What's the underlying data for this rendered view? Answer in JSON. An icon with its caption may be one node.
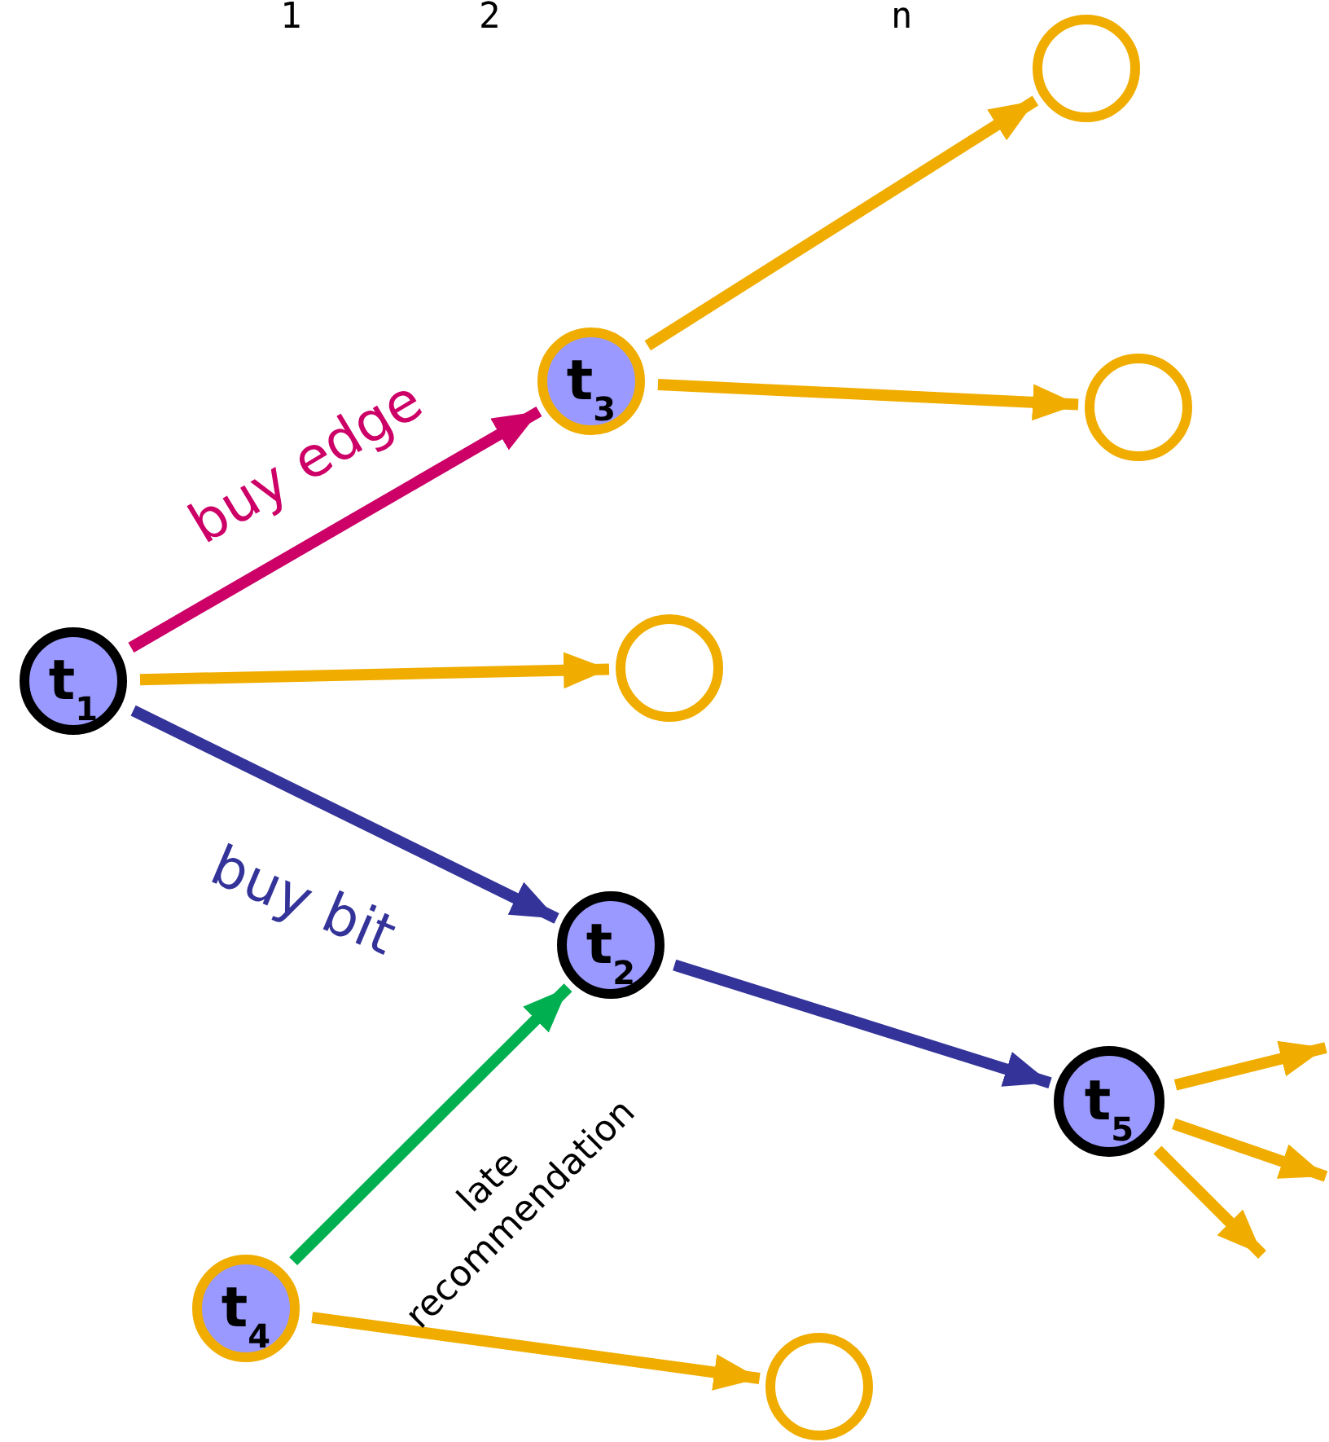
{
  "diagram": {
    "nodes": [
      {
        "text": [
          "t$_{1}$"
        ]
      },
      {
        "text": [
          "t$_{3}$"
        ]
      },
      {
        "text": [
          "t$_{2}$"
        ]
      },
      {
        "text": [
          "t$_{4}$"
        ]
      },
      {
        "text": [
          "t$_{5}$"
        ]
      },
      {
        "text": [],
        "shape": "circle"
      },
      {
        "text": [],
        "shape": "circle"
      },
      {
        "text": [],
        "shape": "circle"
      },
      {
        "text": [],
        "shape": "circle"
      }
    ],
    "edges": [
      {
        "from": 0,
        "to": 1,
        "arrow": "to",
        "label": "buy edge",
        "color": "#cc0066"
      },
      {
        "from": 0,
        "to": 7,
        "arrow": "to"
      },
      {
        "from": 0,
        "to": 2,
        "arrow": "to",
        "label": "buy bit",
        "color": "#333399"
      },
      {
        "from": 1,
        "to": 5,
        "arrow": "to"
      },
      {
        "from": 1,
        "to": 6,
        "arrow": "to"
      },
      {
        "from": 3,
        "to": 2,
        "arrow": "to",
        "label": "late recommendation",
        "color": "#00b050"
      },
      {
        "from": 2,
        "to": 4,
        "arrow": "to",
        "color": "#333399"
      },
      {
        "from": 3,
        "to": 8,
        "arrow": "to"
      },
      {
        "from": 4,
        "to": null,
        "arrow": "to"
      },
      {
        "from": 4,
        "to": null,
        "arrow": "to"
      },
      {
        "from": 4,
        "to": null,
        "arrow": "to"
      }
    ],
    "labels": [
      "1",
      "2",
      "n"
    ]
  }
}
